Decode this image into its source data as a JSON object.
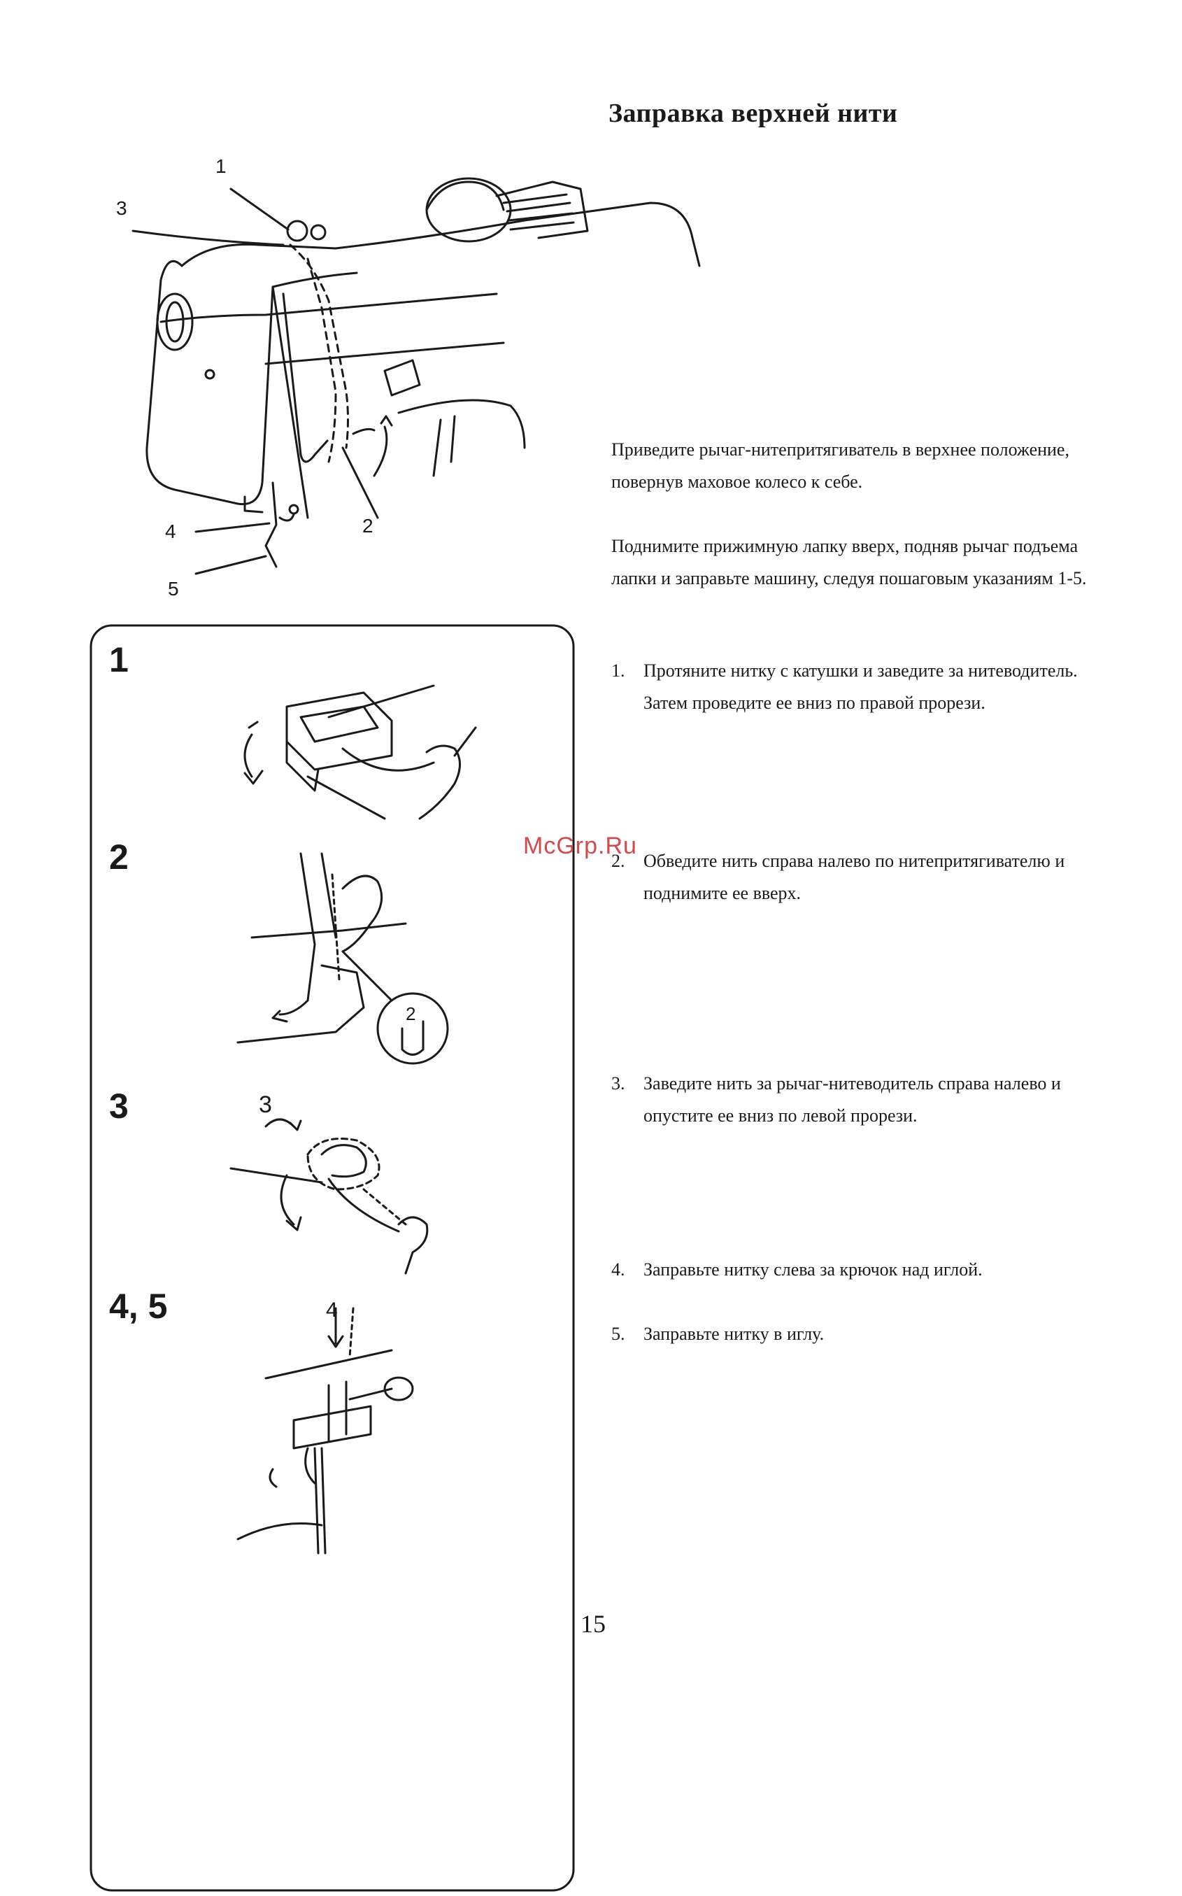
{
  "title": "Заправка верхней нити",
  "intro": [
    "Приведите рычаг-нитепритягиватель в верхнее положение, повернув маховое колесо к себе.",
    "Поднимите прижимную лапку вверх, подняв рычаг подъема лапки и заправьте машину, следуя пошаговым указаниям 1-5."
  ],
  "steps": [
    {
      "num": "1.",
      "text": "Протяните нитку с катушки и заведите за нитеводитель. Затем проведите ее вниз по правой прорези."
    },
    {
      "num": "2.",
      "text": "Обведите нить справа налево по нитепритягивателю и поднимите ее вверх."
    },
    {
      "num": "3.",
      "text": "Заведите нить за рычаг-нитеводитель справа налево и опустите ее вниз по левой прорези."
    },
    {
      "num": "4.",
      "text": "Заправьте нитку слева за крючок над иглой."
    },
    {
      "num": "5.",
      "text": "Заправьте нитку в иглу."
    }
  ],
  "main_figure_callouts": [
    "1",
    "2",
    "3",
    "4",
    "5"
  ],
  "panel_labels": [
    "1",
    "2",
    "3",
    "4, 5"
  ],
  "panel_inset_numbers": [
    "2",
    "3",
    "4"
  ],
  "watermark": "McGrp.Ru",
  "page_number": "15",
  "colors": {
    "ink": "#1a1a1a",
    "watermark": "#d24a4a",
    "paper": "#ffffff"
  }
}
